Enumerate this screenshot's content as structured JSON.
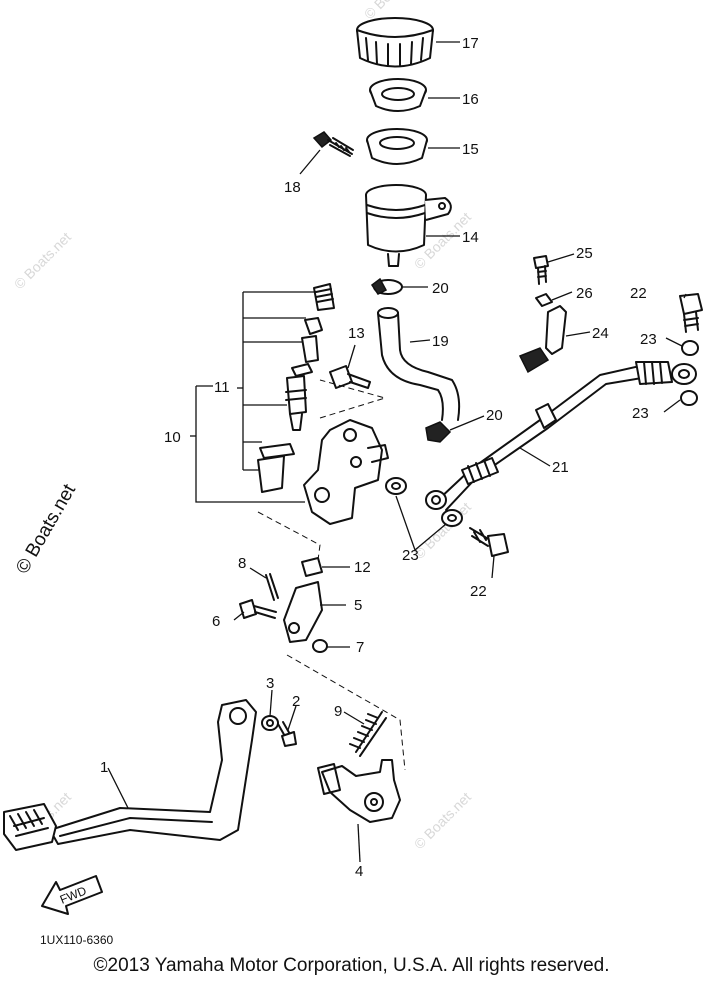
{
  "callouts": {
    "c1": "1",
    "c2": "2",
    "c3": "3",
    "c4": "4",
    "c5": "5",
    "c6": "6",
    "c7": "7",
    "c8": "8",
    "c9": "9",
    "c10": "10",
    "c11": "11",
    "c12": "12",
    "c13": "13",
    "c14": "14",
    "c15": "15",
    "c16": "16",
    "c17": "17",
    "c18": "18",
    "c19": "19",
    "c20a": "20",
    "c20b": "20",
    "c21": "21",
    "c22a": "22",
    "c22b": "22",
    "c23a": "23",
    "c23b": "23",
    "c23c": "23",
    "c24": "24",
    "c25": "25",
    "c26": "26"
  },
  "fwd_label": "FWD",
  "diagram_code": "1UX110-6360",
  "watermark_side": "© Boats.net",
  "watermark_small": "© Boats.net",
  "copyright": "©2013 Yamaha Motor Corporation, U.S.A. All rights reserved."
}
